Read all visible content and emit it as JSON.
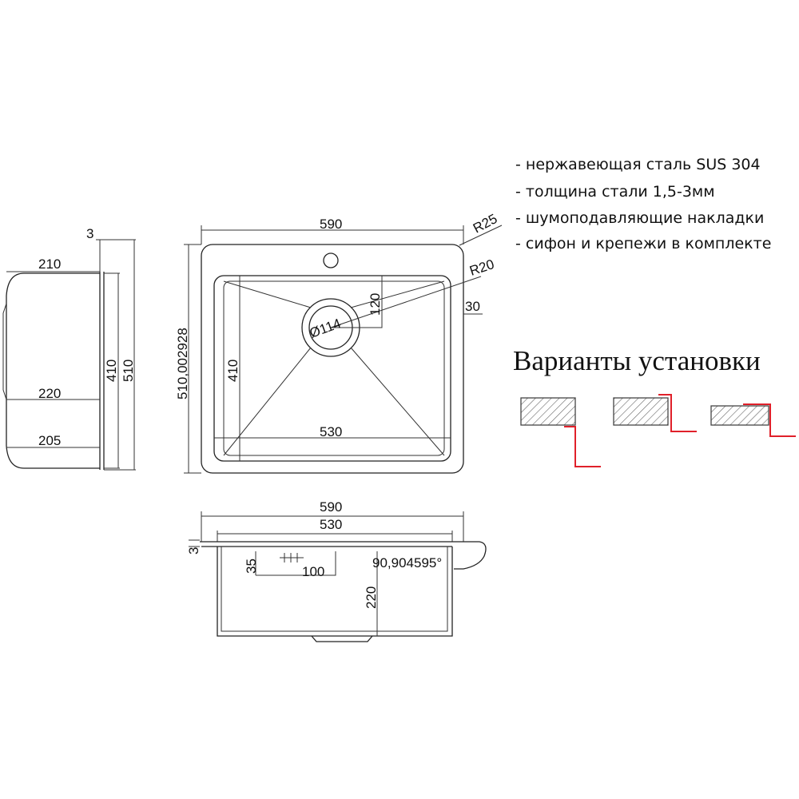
{
  "features": [
    "- нержавеющая сталь SUS 304",
    "- толщина стали 1,5-3мм",
    "- шумоподавляющие накладки",
    "- сифон и крепежи в комплекте"
  ],
  "variants_title": "Варианты установки",
  "colors": {
    "line": "#222222",
    "mount_line": "#e0202a",
    "hatch": "#555555"
  },
  "dims": {
    "side": {
      "d3": "3",
      "d210": "210",
      "d220": "220",
      "d205": "205",
      "d410": "410",
      "d510": "510"
    },
    "top": {
      "d590": "590",
      "r25": "R25",
      "r20": "R20",
      "d30": "30",
      "d120": "120",
      "d114": "Ø114",
      "d410": "410",
      "d530": "530",
      "d510": "510,002928"
    },
    "front": {
      "d590": "590",
      "d530": "530",
      "d3": "3",
      "d35": "35",
      "d100": "100",
      "d220": "220",
      "angle": "90,904595°"
    }
  }
}
